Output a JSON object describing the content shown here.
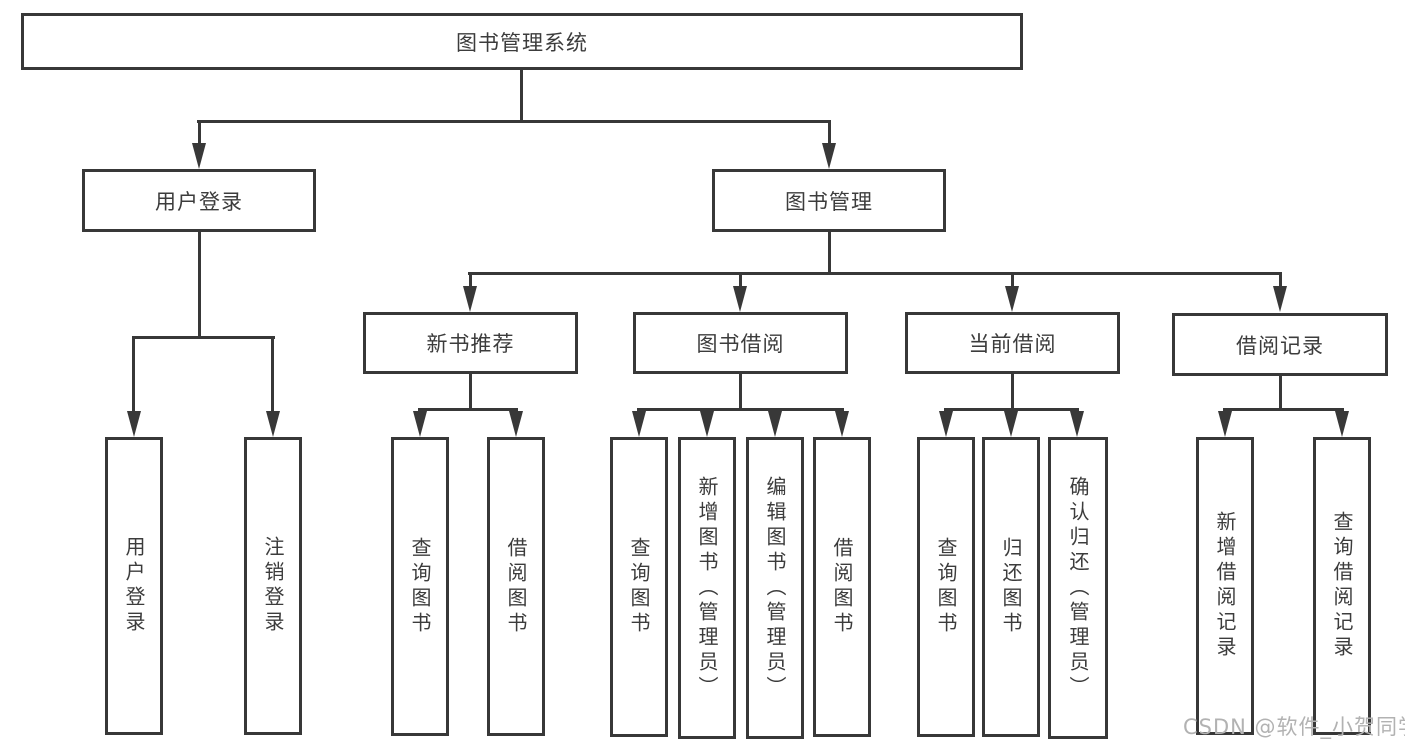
{
  "diagram_title": "图书管理系统",
  "watermark": "CSDN @软件_小贺同学",
  "colors": {
    "line": "#383838",
    "box_border": "#383838",
    "text": "#3c3c3c",
    "background": "#ffffff",
    "watermark": "#b2b2b2"
  },
  "tree": {
    "root": {
      "label": "图书管理系统",
      "children": [
        {
          "label": "用户登录",
          "children": [
            {
              "label": "用户登录"
            },
            {
              "label": "注销登录"
            }
          ]
        },
        {
          "label": "图书管理",
          "children": [
            {
              "label": "新书推荐",
              "children": [
                {
                  "label": "查询图书"
                },
                {
                  "label": "借阅图书"
                }
              ]
            },
            {
              "label": "图书借阅",
              "children": [
                {
                  "label": "查询图书"
                },
                {
                  "label": "新增图书（管理员）"
                },
                {
                  "label": "编辑图书（管理员）"
                },
                {
                  "label": "借阅图书"
                }
              ]
            },
            {
              "label": "当前借阅",
              "children": [
                {
                  "label": "查询图书"
                },
                {
                  "label": "归还图书"
                },
                {
                  "label": "确认归还（管理员）"
                }
              ]
            },
            {
              "label": "借阅记录",
              "children": [
                {
                  "label": "新增借阅记录"
                },
                {
                  "label": "查询借阅记录"
                }
              ]
            }
          ]
        }
      ]
    }
  }
}
